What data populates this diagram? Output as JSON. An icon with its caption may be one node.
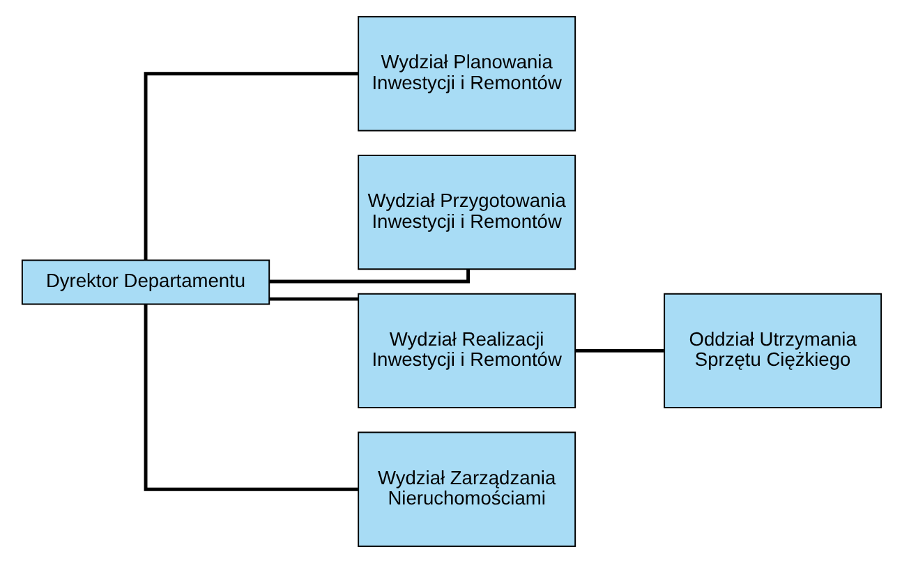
{
  "diagram": {
    "nodes": [
      {
        "text": [
          "Dyrektor Departamentu"
        ]
      },
      {
        "text": [
          "Wydział Planowania Inwestycji i Remontów"
        ]
      },
      {
        "text": [
          "Wydział Przygotowania Inwestycji i Remontów"
        ]
      },
      {
        "text": [
          "Wydział Realizacji Inwestycji i Remontów"
        ]
      },
      {
        "text": [
          "Wydział Zarządzania Nieruchomościami"
        ]
      },
      {
        "text": [
          "Oddział Utrzymania Sprzętu Ciężkiego"
        ]
      }
    ],
    "edges": [
      {
        "from": 0,
        "to": 1,
        "arrow": "none"
      },
      {
        "from": 0,
        "to": 2,
        "arrow": "none"
      },
      {
        "from": 0,
        "to": 3,
        "arrow": "none"
      },
      {
        "from": 0,
        "to": 4,
        "arrow": "none"
      },
      {
        "from": 3,
        "to": 5,
        "arrow": "none"
      }
    ]
  }
}
